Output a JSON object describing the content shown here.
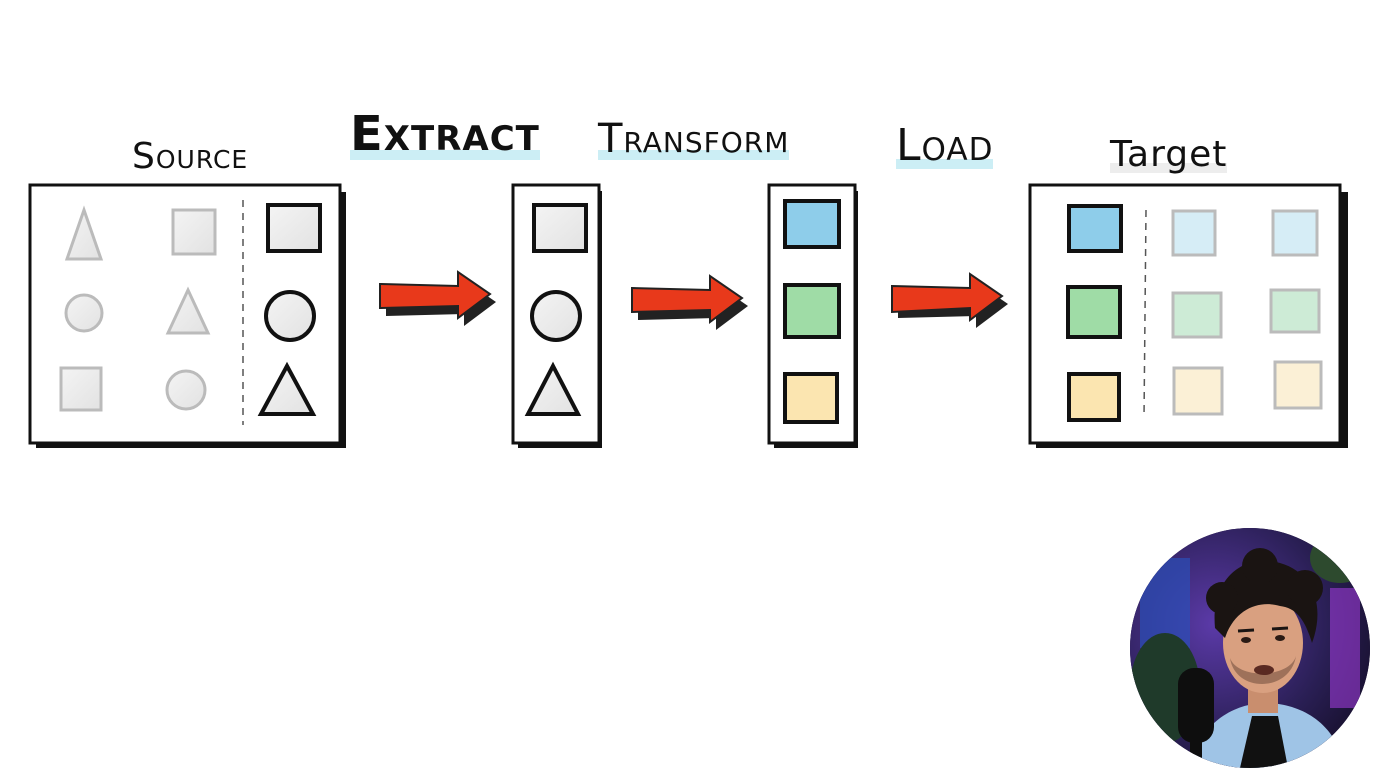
{
  "stages": {
    "source": "Source",
    "extract": "Extract",
    "transform": "Transform",
    "load": "Load",
    "target": "Target"
  },
  "colors": {
    "arrow": "#e8391b",
    "blue": "#8ecdea",
    "green": "#9fdca6",
    "yellow": "#fbe5b0",
    "highlight": "#bfeaf3"
  },
  "webcam": {
    "icon": "presenter-video"
  }
}
